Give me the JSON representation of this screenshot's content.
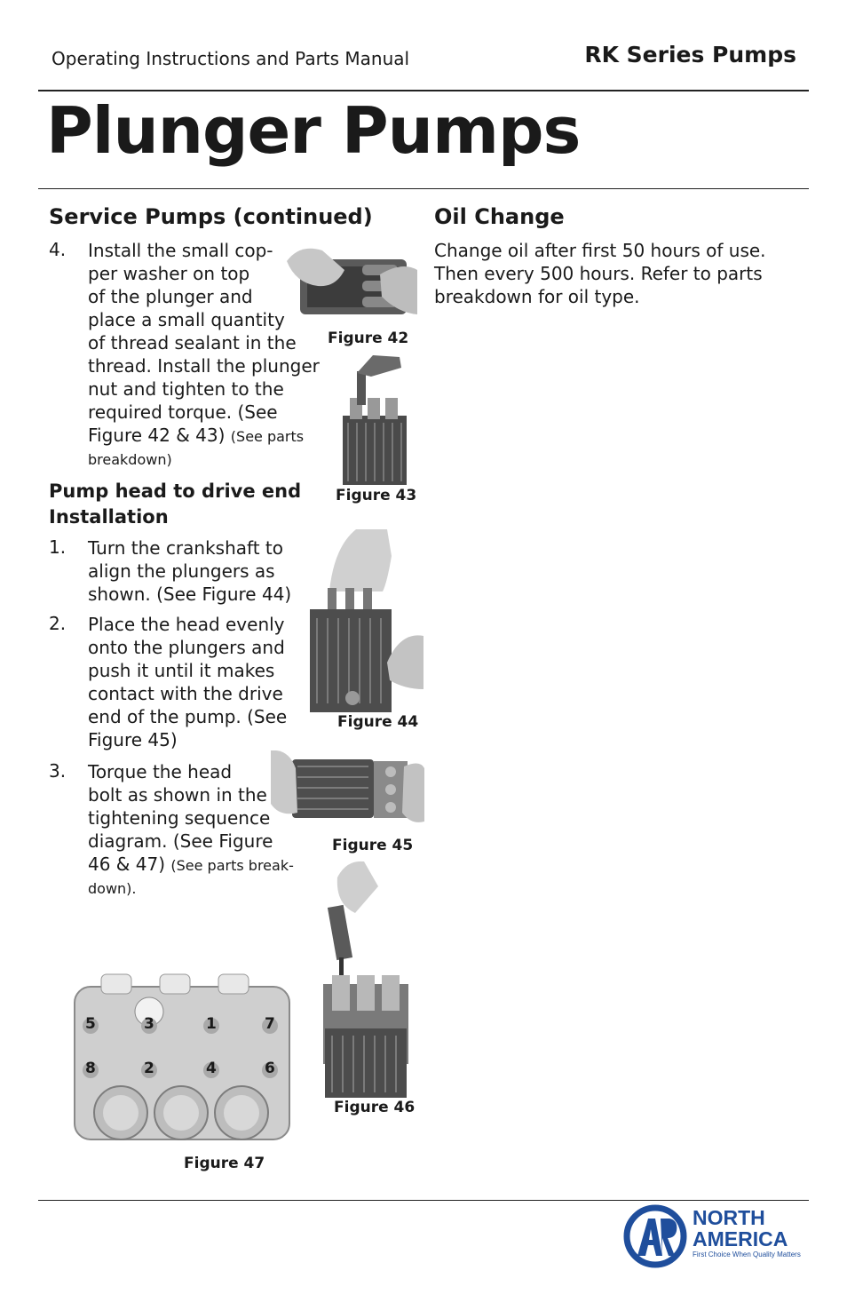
{
  "header": {
    "manual": "Operating Instructions and Parts Manual",
    "series": "RK Series Pumps"
  },
  "title": "Plunger Pumps",
  "service": {
    "heading": "Service Pumps (continued)",
    "step4": {
      "num": "4.",
      "lines": [
        "Install the small cop-",
        "per washer on top",
        "of the plunger and",
        "place a small quantity",
        "of thread sealant in the",
        "thread. Install the plunger",
        "nut and tighten to the",
        "required torque.  (See"
      ],
      "line_last": "Figure  42 & 43)",
      "note1": "(See parts",
      "note2": "breakdown)"
    }
  },
  "install": {
    "heading_line1": "Pump head to drive end",
    "heading_line2": "Installation",
    "step1": {
      "num": "1.",
      "lines": [
        "Turn the crankshaft to",
        "align the plungers as",
        "shown.  (See Figure  44)"
      ]
    },
    "step2": {
      "num": "2.",
      "lines": [
        "Place the head evenly",
        "onto the plungers and",
        "push it until it makes",
        "contact with the drive",
        "end of the pump.  (See",
        "Figure  45)"
      ]
    },
    "step3": {
      "num": "3.",
      "lines": [
        "Torque the head",
        "bolt as shown in the",
        "tightening sequence",
        "diagram.  (See Figure"
      ],
      "line_last": "46 & 47)",
      "note1": "(See parts break-",
      "note2": "down)."
    }
  },
  "oil": {
    "heading": "Oil Change",
    "lines": [
      "Change oil after first 50 hours of use.",
      "Then every 500 hours.  Refer to parts",
      "breakdown for oil type."
    ]
  },
  "figures": {
    "f42": "Figure  42",
    "f43": "Figure  43",
    "f44": "Figure  44",
    "f45": "Figure  45",
    "f46": "Figure  46",
    "f47": "Figure  47"
  },
  "sequence_numbers": [
    "5",
    "3",
    "1",
    "7",
    "8",
    "2",
    "4",
    "6"
  ],
  "logo": {
    "north": "NORTH",
    "america": "AMERICA",
    "tagline": "First Choice When Quality Matters",
    "color": "#1f4e9c"
  }
}
